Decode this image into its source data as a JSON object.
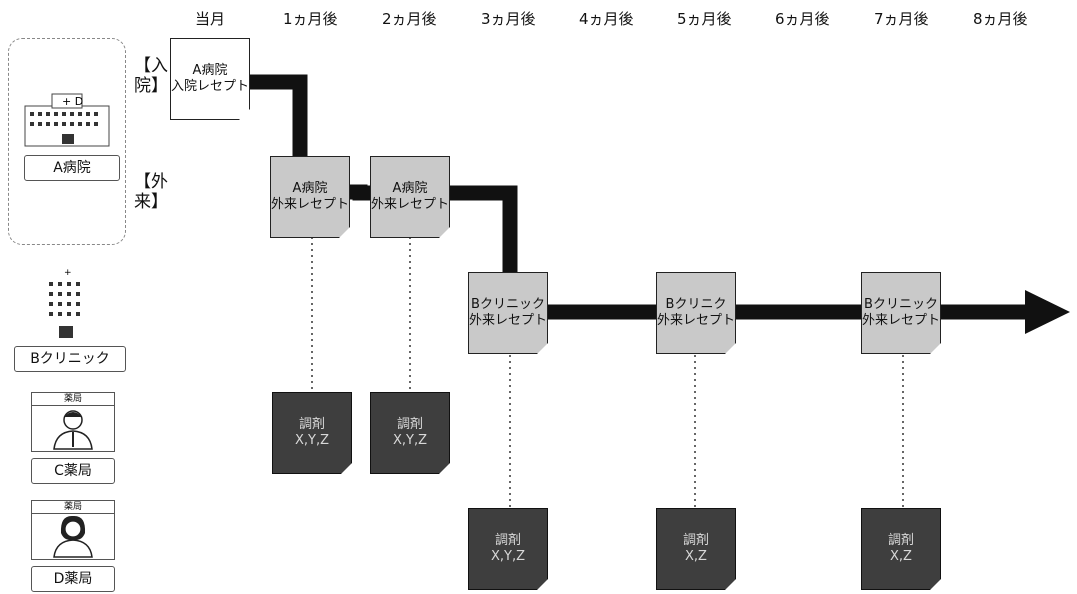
{
  "months": [
    "当月",
    "1ヵ月後",
    "2ヵ月後",
    "3ヵ月後",
    "4ヵ月後",
    "5ヵ月後",
    "6ヵ月後",
    "7ヵ月後",
    "8ヵ月後"
  ],
  "facilities": {
    "hospital_a": "A病院",
    "inpatient_label": "【入院】",
    "outpatient_label": "【外来】",
    "clinic_b": "Bクリニック",
    "pharmacy_c": "C薬局",
    "pharmacy_d": "D薬局",
    "pharmacy_sign": "薬局"
  },
  "documents": {
    "inpatient_a": [
      "A病院",
      "入院レセプト"
    ],
    "outpatient_a": [
      "A病院",
      "外来レセプト"
    ],
    "outpatient_b": [
      "Bクリニック",
      "外来レセプト"
    ],
    "outpatient_b_alt": [
      "Bクリニク",
      "外来レセプト"
    ],
    "dispensing_c": [
      "調剤",
      "X,Y,Z"
    ],
    "dispensing_c2": [
      "調剤",
      "X,Y,Z"
    ],
    "dispensing_d": [
      "調剤",
      "X,Y,Z"
    ],
    "dispensing_d2": [
      "調剤",
      "X,Z"
    ],
    "dispensing_d3": [
      "調剤",
      "X,Z"
    ]
  },
  "colors": {
    "timeline": "#111111",
    "receipt_gray": "#c9c9c9",
    "dispensing_dark": "#3e3e3e"
  }
}
